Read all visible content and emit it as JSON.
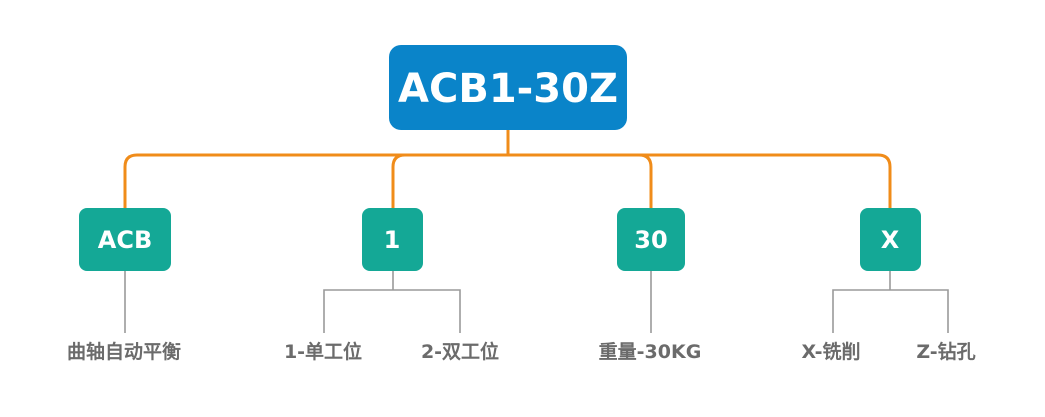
{
  "diagram": {
    "root": {
      "label": "ACB1-30Z",
      "color": "#0a84c9"
    },
    "branch_color": "#f08c1a",
    "leaf_line_color": "#9a9a9a",
    "segment_color": "#14a896",
    "segments": [
      {
        "label": "ACB",
        "meanings": [
          "曲轴自动平衡"
        ]
      },
      {
        "label": "1",
        "meanings": [
          "1-单工位",
          "2-双工位"
        ]
      },
      {
        "label": "30",
        "meanings": [
          "重量-30KG"
        ]
      },
      {
        "label": "X",
        "meanings": [
          "X-铣削",
          "Z-钻孔"
        ]
      }
    ]
  }
}
